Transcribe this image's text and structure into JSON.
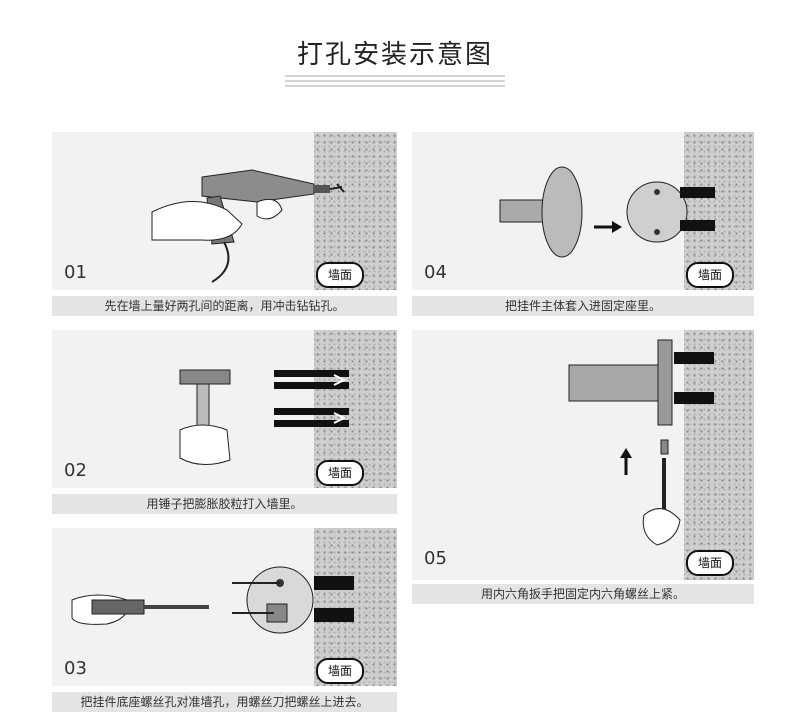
{
  "title": "打孔安装示意图",
  "wall_label": "墙面",
  "steps": [
    {
      "num": "01",
      "caption": "先在墙上量好两孔间的距离，用冲击钻钻孔。"
    },
    {
      "num": "02",
      "caption": "用锤子把膨胀胶粒打入墙里。"
    },
    {
      "num": "03",
      "caption": "把挂件底座螺丝孔对准墙孔，用螺丝刀把螺丝上进去。"
    },
    {
      "num": "04",
      "caption": "把挂件主体套入进固定座里。"
    },
    {
      "num": "05",
      "caption": "用内六角扳手把固定内六角螺丝上紧。"
    }
  ]
}
